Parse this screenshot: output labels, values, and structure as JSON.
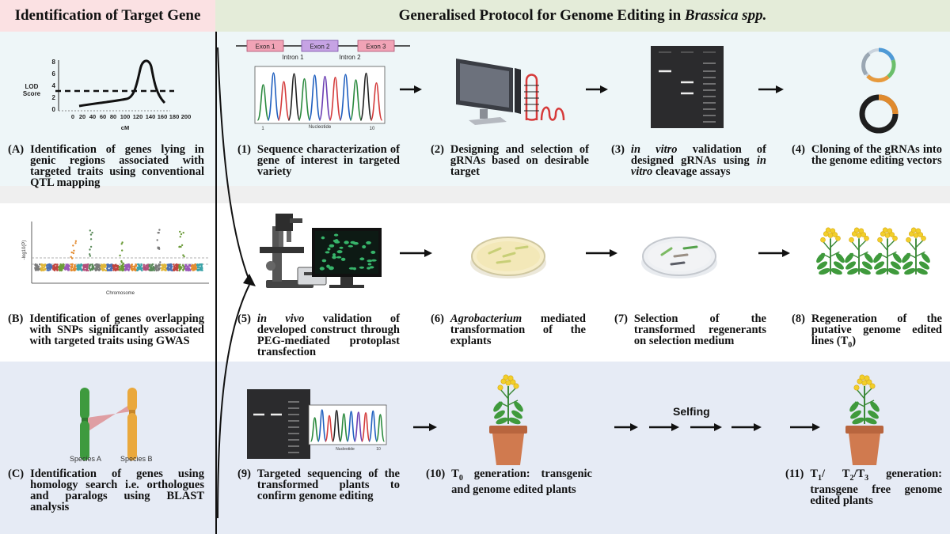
{
  "header": {
    "left_title": "Identification of Target Gene",
    "right_title_prefix": "Generalised Protocol for Genome Editing in ",
    "right_title_italic": "Brassica spp."
  },
  "left": {
    "a": {
      "num": "(A)",
      "text": "Identification of genes lying in genic regions associated with targeted traits using conventional QTL mapping"
    },
    "b": {
      "num": "(B)",
      "text": "Identification of genes overlapping with SNPs significantly associated with targeted traits using GWAS"
    },
    "c": {
      "num": "(C)",
      "text": "Identification of genes using homology search i.e. orthologues and paralogs using BLAST analysis"
    },
    "lod_chart": {
      "ylabel": "LOD Score",
      "xlabel": "cM",
      "y_ticks": [
        "8",
        "6",
        "4",
        "2",
        "0"
      ],
      "x_ticks": [
        "0",
        "20",
        "40",
        "60",
        "80",
        "100",
        "120",
        "140",
        "160",
        "180",
        "200"
      ]
    },
    "gwas": {
      "xlabel": "Chromosome",
      "ylabel": "-log10(P)"
    },
    "species": {
      "a": "Species A",
      "b": "Species B"
    }
  },
  "gene_model": {
    "exons": [
      "Exon 1",
      "Exon 2",
      "Exon 3"
    ],
    "introns": [
      "Intron 1",
      "Intron 2"
    ],
    "chrom_xlabel": "Nucleotide",
    "chrom_tick_1": "1",
    "chrom_tick_10": "10",
    "chrom2_xlabel": "Nucleotide",
    "chrom2_tick_10": "10"
  },
  "steps": [
    {
      "num": "(1)",
      "text": "Sequence characterization of gene of interest in targeted variety"
    },
    {
      "num": "(2)",
      "text": "Designing and selection of gRNAs based on desirable target"
    },
    {
      "num": "(3)",
      "italic": "in vitro",
      "text": " validation of designed gRNAs using ",
      "italic2": "in vitro",
      "text2": " cleavage assays"
    },
    {
      "num": "(4)",
      "text": "Cloning of the gRNAs into the genome editing vectors"
    },
    {
      "num": "(5)",
      "italic": "in vivo",
      "text": " validation of developed construct through PEG-mediated protoplast transfection"
    },
    {
      "num": "(6)",
      "italic": "Agrobacterium",
      "text": " mediated transformation of the explants"
    },
    {
      "num": "(7)",
      "text": "Selection of the transformed regenerants on selection medium"
    },
    {
      "num": "(8)",
      "text": "Regeneration of the putative genome edited lines (T",
      "sub": "0",
      "text_end": ")"
    },
    {
      "num": "(9)",
      "text": "Targeted sequencing of the transformed plants to confirm genome editing"
    },
    {
      "num": "(10)",
      "pre": "T",
      "sub": "0",
      "text": " generation: transgenic and genome edited plants"
    },
    {
      "num": "(11)",
      "pre": "T",
      "sub": "1",
      "mid1": "/ T",
      "sub2": "2",
      "mid2": "/T",
      "sub3": "3",
      "text": " generation: transgene free genome edited plants"
    }
  ],
  "selfing_label": "Selfing",
  "colors": {
    "header_left": "#fbe1e3",
    "header_right": "#e4ecd9",
    "band_top": "#eef6f8",
    "band_bottom": "#e6ebf5",
    "exon": "#f3a6b8",
    "exon2": "#c9a6e3",
    "flower": "#f2cf2a",
    "pot": "#c9744a",
    "gel": "#222222",
    "chrom_a": "#3a8a3a",
    "chrom_b": "#e8a53a"
  }
}
